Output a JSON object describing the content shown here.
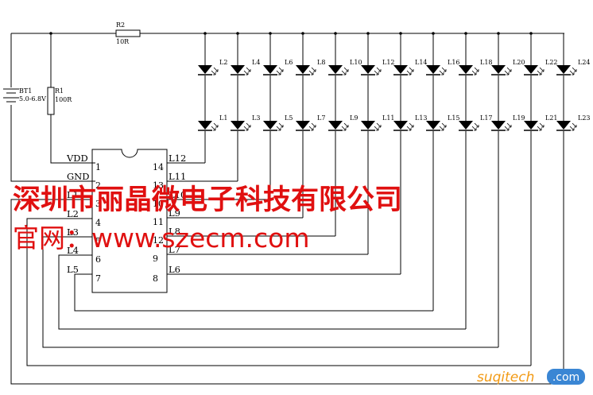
{
  "battery": {
    "ref": "BT1",
    "value": "5.0-6.8V"
  },
  "r2": {
    "ref": "R2",
    "value": "10R"
  },
  "r1": {
    "ref": "R1",
    "value": "100R"
  },
  "ic": {
    "left_pins": [
      {
        "num": "1",
        "label": "VDD"
      },
      {
        "num": "2",
        "label": "GND"
      },
      {
        "num": "3",
        "label": "L1"
      },
      {
        "num": "4",
        "label": "L2"
      },
      {
        "num": "5",
        "label": "L3"
      },
      {
        "num": "6",
        "label": "L4"
      },
      {
        "num": "7",
        "label": "L5"
      }
    ],
    "right_pins": [
      {
        "num": "14",
        "label": "L12"
      },
      {
        "num": "13",
        "label": "L11"
      },
      {
        "num": "10",
        "label": "L10"
      },
      {
        "num": "11",
        "label": "L9"
      },
      {
        "num": "12",
        "label": "L8"
      },
      {
        "num": "9",
        "label": "L7"
      },
      {
        "num": "8",
        "label": "L6"
      }
    ]
  },
  "leds_top": [
    "L2",
    "L4",
    "L6",
    "L8",
    "L10",
    "L12",
    "L14",
    "L16",
    "L18",
    "L20",
    "L22",
    "L24"
  ],
  "leds_bottom": [
    "L1",
    "L3",
    "L5",
    "L7",
    "L9",
    "L11",
    "L13",
    "L15",
    "L17",
    "L19",
    "L21",
    "L23"
  ],
  "watermark": {
    "company": "深圳市丽晶微电子科技有限公司",
    "website": "官网：www.szecm.com"
  },
  "logo": {
    "name": "suqitech",
    "tld": ".com"
  }
}
